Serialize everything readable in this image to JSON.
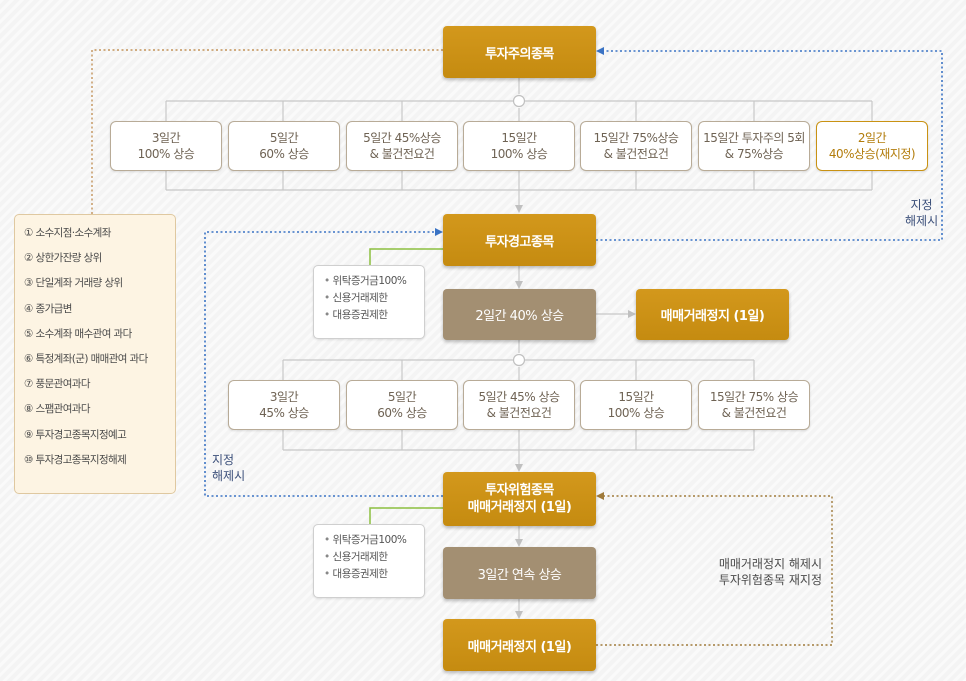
{
  "top_box": "투자주의종목",
  "designation_criteria": [
    {
      "line1": "3일간",
      "line2": "100% 상승"
    },
    {
      "line1": "5일간",
      "line2": "60% 상승"
    },
    {
      "line1": "5일간 45%상승",
      "line2": "& 불건전요건"
    },
    {
      "line1": "15일간",
      "line2": "100% 상승"
    },
    {
      "line1": "15일간 75%상승",
      "line2": "& 불건전요건"
    },
    {
      "line1": "15일간 투자주의 5회",
      "line2": "& 75%상승"
    },
    {
      "line1": "2일간",
      "line2": "40%상승(재지정)"
    }
  ],
  "warning_box": "투자경고종목",
  "warning_restrictions": [
    "위탁증거금100%",
    "신용거래제한",
    "대용증권제한"
  ],
  "warning_rise_box": "2일간 40% 상승",
  "halt_one_day_box": "매매거래정지 (1일)",
  "risk_criteria": [
    {
      "line1": "3일간",
      "line2": "45% 상승"
    },
    {
      "line1": "5일간",
      "line2": "60% 상승"
    },
    {
      "line1": "5일간 45% 상승",
      "line2": "& 불건전요건"
    },
    {
      "line1": "15일간",
      "line2": "100% 상승"
    },
    {
      "line1": "15일간 75% 상승",
      "line2": "& 불건전요건"
    }
  ],
  "risk_box": {
    "line1": "투자위험종목",
    "line2": "매매거래정지 (1일)"
  },
  "risk_restrictions": [
    "위탁증거금100%",
    "신용거래제한",
    "대용증권제한"
  ],
  "risk_rise_box": "3일간 연속 상승",
  "bottom_halt_box": "매매거래정지 (1일)",
  "legend_items": [
    "① 소수지점·소수계좌",
    "② 상한가잔량 상위",
    "③ 단일계좌 거래량 상위",
    "④ 종가급변",
    "⑤ 소수계좌 매수관여 과다",
    "⑥ 특정계좌(군) 매매관여 과다",
    "⑦ 풍문관여과다",
    "⑧ 스팸관여과다",
    "⑨ 투자경고종목지정예고",
    "⑩ 투자경고종목지정해제"
  ],
  "release_right": {
    "line1": "지정",
    "line2": "해제시"
  },
  "release_left": {
    "line1": "지정",
    "line2": "해제시"
  },
  "halt_release_label": {
    "line1": "매매거래정지 해제시",
    "line2": "투자위험종목 재지정"
  },
  "colors": {
    "gold": "#c58b10",
    "brown": "#a38f72",
    "blue_dotted": "#3a73c4",
    "brown_dotted": "#a07b3b",
    "green_connector": "#8bbf3f"
  }
}
